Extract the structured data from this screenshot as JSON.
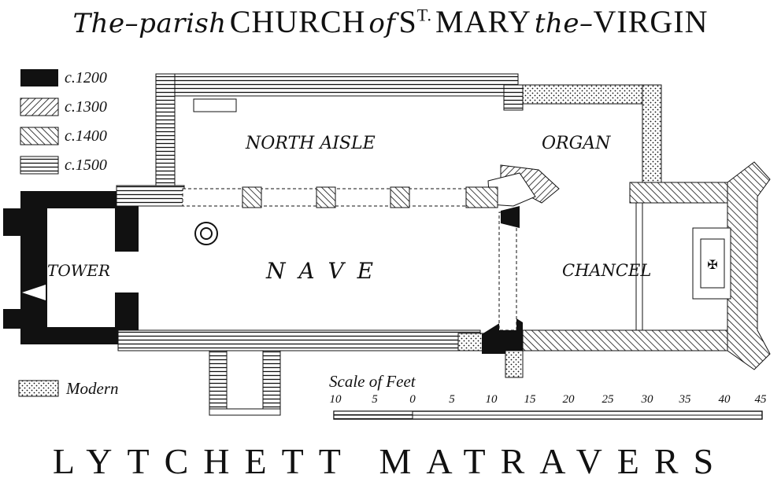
{
  "title": {
    "part1": "The–parish",
    "part2": "CHURCH",
    "part3": "of",
    "part4": "S",
    "part4_sup": "T.",
    "part5": "MARY",
    "part6": "the–",
    "part7": "VIRGIN"
  },
  "legend": [
    {
      "label": "c.1200",
      "pattern": "solid-black"
    },
    {
      "label": "c.1300",
      "pattern": "diagonal-forward-hatch"
    },
    {
      "label": "c.1400",
      "pattern": "diagonal-back-hatch"
    },
    {
      "label": "c.1500",
      "pattern": "horizontal-lines"
    }
  ],
  "modern_legend": {
    "label": "Modern",
    "pattern": "dotted"
  },
  "rooms": {
    "north_aisle": "NORTH AISLE",
    "organ": "ORGAN",
    "tower": "TOWER",
    "nave": "N A V E",
    "chancel": "CHANCEL"
  },
  "scale": {
    "title": "Scale of Feet",
    "ticks": [
      "10",
      "5",
      "0",
      "5",
      "10",
      "15",
      "20",
      "25",
      "30",
      "35",
      "40",
      "45"
    ]
  },
  "footer": "LYTCHETT MATRAVERS",
  "colors": {
    "ink": "#111111",
    "paper": "#ffffff"
  }
}
